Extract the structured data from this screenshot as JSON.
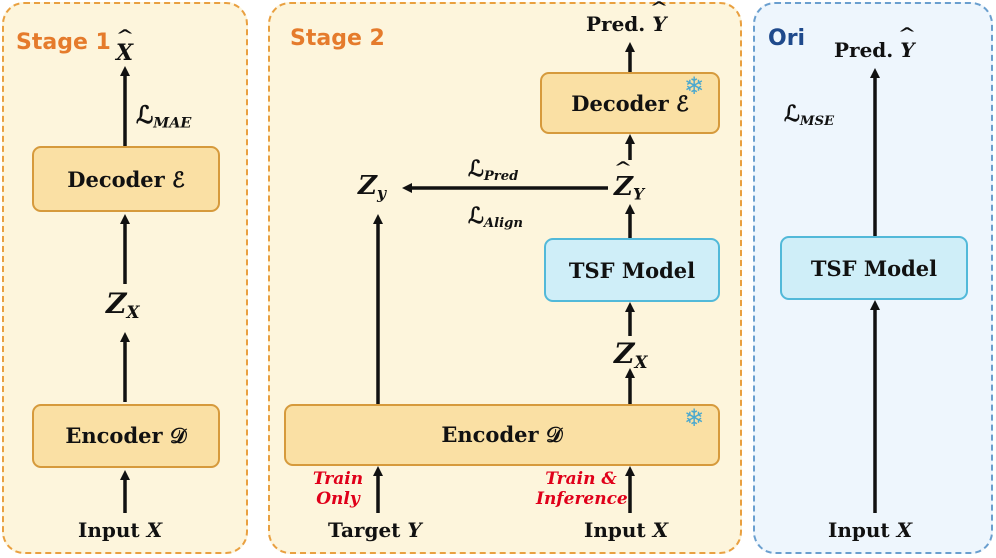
{
  "panels": {
    "stage1": {
      "title": "Stage 1",
      "title_color": "#e57b2c"
    },
    "stage2": {
      "title": "Stage 2",
      "title_color": "#e57b2c"
    },
    "ori": {
      "title": "Ori",
      "title_color": "#1f4a8c"
    }
  },
  "stage1": {
    "output": "X",
    "loss": "ℒ",
    "loss_sub": "MAE",
    "decoder": "Decoder ℰ",
    "latent": "Z",
    "latent_sub": "X",
    "encoder": "Encoder 𝒟",
    "input_word": "Input ",
    "input_var": "X"
  },
  "stage2": {
    "pred_word": "Pred. ",
    "pred_var": "Y",
    "decoder": "Decoder ℰ",
    "zy": "Z",
    "zy_sub": "y",
    "loss_pred": "ℒ",
    "loss_pred_sub": "Pred",
    "loss_align": "ℒ",
    "loss_align_sub": "Align",
    "zhat": "Z",
    "zhat_sub": "Y",
    "tsf": "TSF Model",
    "zx": "Z",
    "zx_sub": "X",
    "encoder": "Encoder 𝒟",
    "train_only": "Train\nOnly",
    "train_inference": "Train &\nInference",
    "target_word": "Target ",
    "target_var": "Y",
    "input_word": "Input ",
    "input_var": "X"
  },
  "ori": {
    "pred_word": "Pred. ",
    "pred_var": "Y",
    "loss": "ℒ",
    "loss_sub": "MSE",
    "tsf": "TSF Model",
    "input_word": "Input ",
    "input_var": "X"
  },
  "icons": {
    "frozen": "snowflake-icon"
  },
  "colors": {
    "stage_border": "#e9a040",
    "ori_border": "#6a9fcf",
    "highlight_red": "#e0001a",
    "snowflake": "#4aa8cf"
  }
}
